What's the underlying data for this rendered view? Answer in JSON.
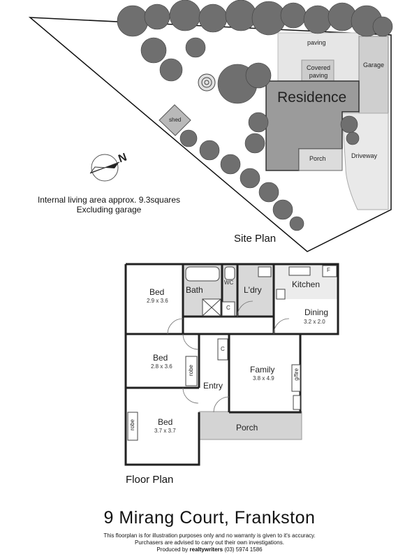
{
  "title": "9 Mirang Court, Frankston",
  "site_plan": {
    "heading": "Site Plan",
    "labels": {
      "paving": "paving",
      "covered_paving": "Covered paving",
      "garage": "Garage",
      "residence": "Residence",
      "porch": "Porch",
      "driveway": "Driveway",
      "shed": "shed"
    },
    "area_note_line1": "Internal living area approx. 9.3squares",
    "area_note_line2": "Excluding garage",
    "compass_letter": "N"
  },
  "floor_plan": {
    "heading": "Floor  Plan",
    "rooms": {
      "bed1": {
        "name": "Bed",
        "dims": "2.9 x 3.6"
      },
      "bath": {
        "name": "Bath"
      },
      "wc": {
        "name": "WC"
      },
      "laundry": {
        "name": "L'dry"
      },
      "kitchen": {
        "name": "Kitchen"
      },
      "dining": {
        "name": "Dining",
        "dims": "3.2 x 2.0"
      },
      "bed2": {
        "name": "Bed",
        "dims": "2.8 x 3.6"
      },
      "robe2": {
        "name": "robe"
      },
      "family": {
        "name": "Family",
        "dims": "3.8 x 4.9"
      },
      "gfire": {
        "name": "g/fire"
      },
      "entry": {
        "name": "Entry"
      },
      "bed3": {
        "name": "Bed",
        "dims": "3.7 x 3.7"
      },
      "robe3": {
        "name": "robe"
      },
      "porch": {
        "name": "Porch"
      },
      "cupboard1": {
        "name": "C"
      },
      "cupboard2": {
        "name": "C"
      },
      "fridge": {
        "name": "F"
      }
    }
  },
  "disclaimer": {
    "line1": "This floorplan is for illustration purposes only and no warranty is given to it's accuracy.",
    "line2": "Purchasers are advised to carry out their own investigations.",
    "line3_prefix": "Produced by ",
    "producer": "realtywriters",
    "phone": " (03) 5974 1586"
  }
}
